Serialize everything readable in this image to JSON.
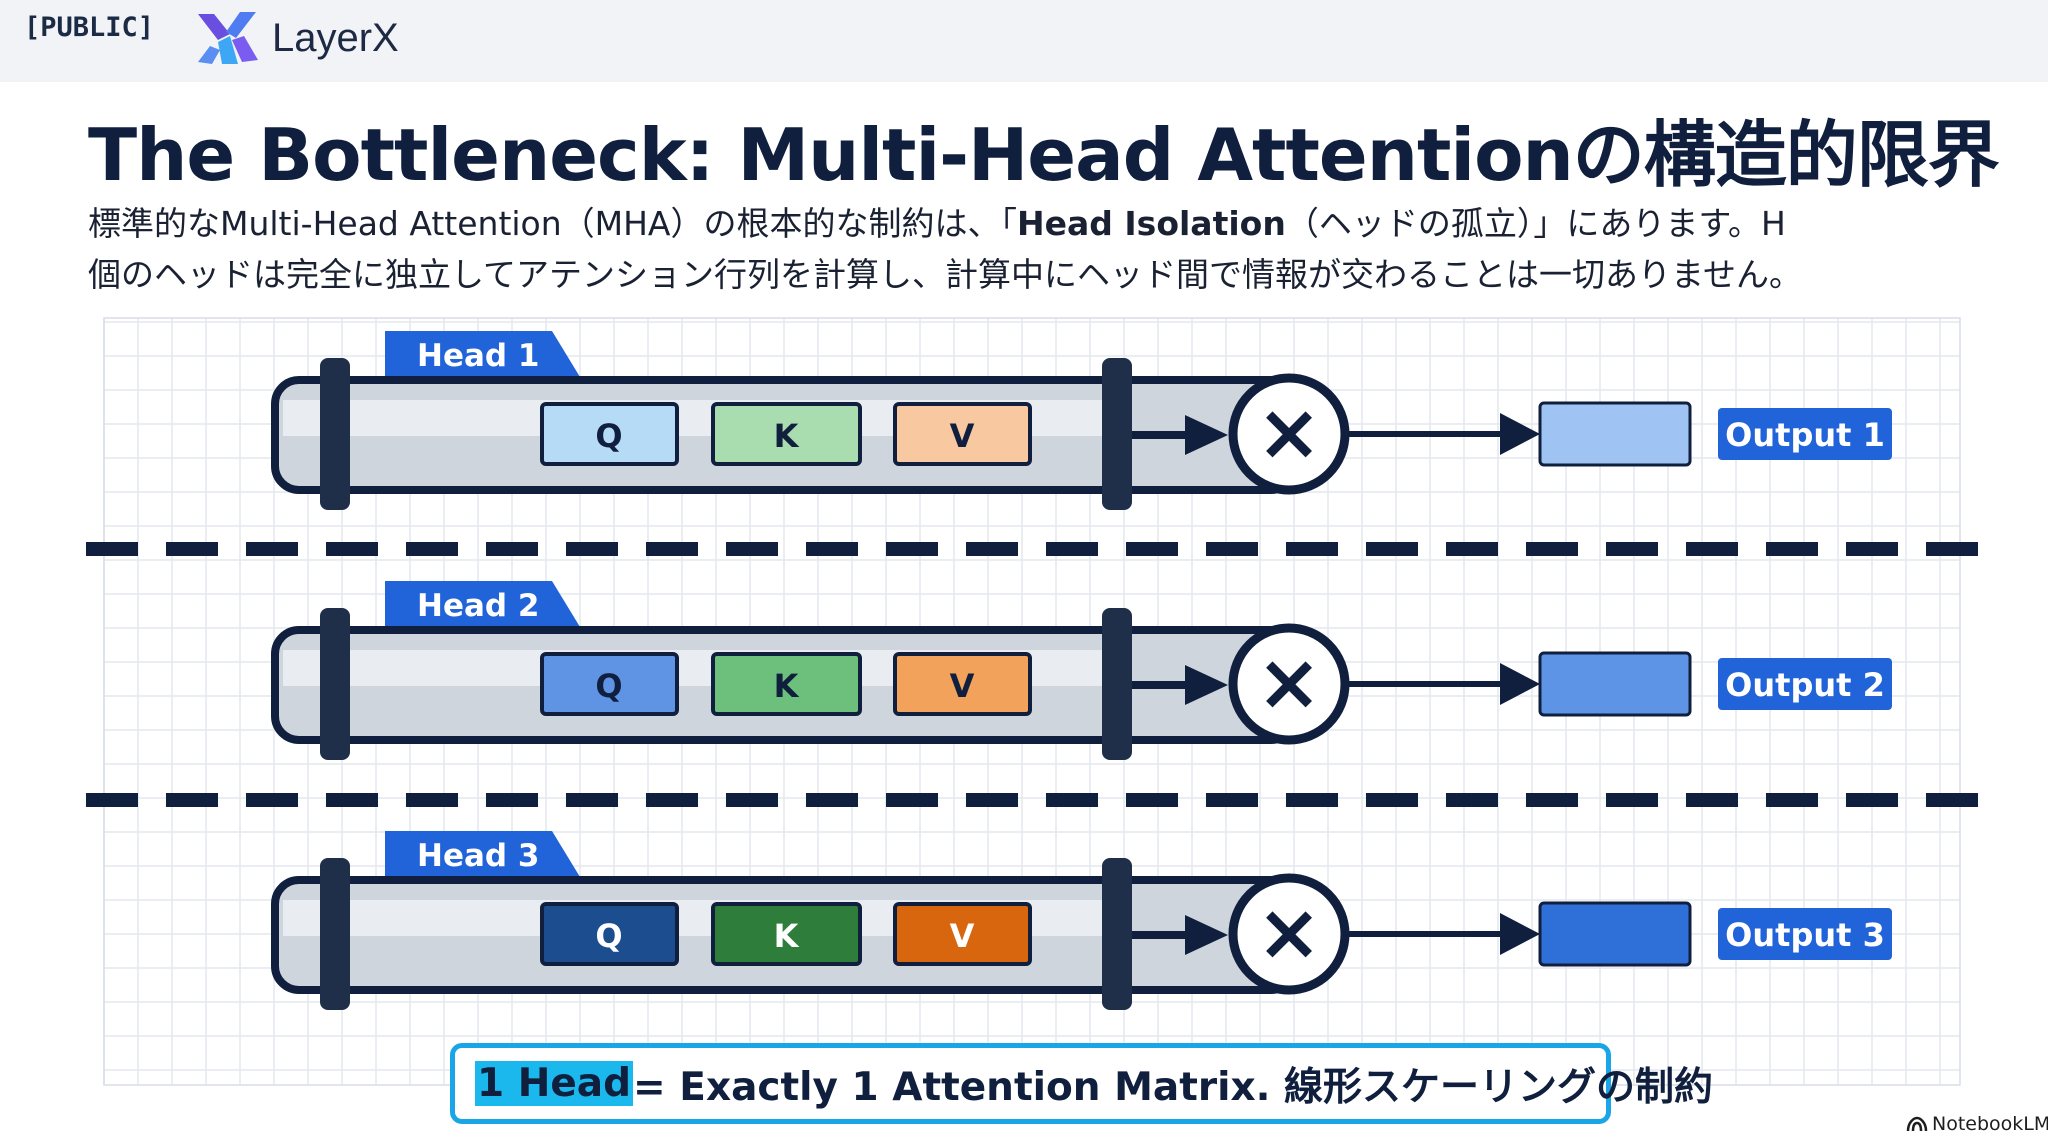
{
  "header": {
    "classification": "[PUBLIC]",
    "brand": "LayerX"
  },
  "slide": {
    "title": "The Bottleneck: Multi-Head Attentionの構造的限界",
    "desc_line1_before": "標準的なMulti-Head Attention（MHA）の根本的な制約は、「",
    "desc_line1_bold": "Head Isolation",
    "desc_line1_after": "（ヘッドの孤立）」にあります。H",
    "desc_line2": "個のヘッドは完全に独立してアテンション行列を計算し、計算中にヘッド間で情報が交わることは一切ありません。"
  },
  "diagram": {
    "heads": [
      {
        "label": "Head 1",
        "q": "Q",
        "k": "K",
        "v": "V",
        "output": "Output 1",
        "colors": {
          "q": "#b6dbf7",
          "k": "#a9dcae",
          "v": "#f8c9a0",
          "out": "#9fc3f3",
          "q_text": "#0f1f3d"
        }
      },
      {
        "label": "Head 2",
        "q": "Q",
        "k": "K",
        "v": "V",
        "output": "Output 2",
        "colors": {
          "q": "#5f93e4",
          "k": "#6cc07b",
          "v": "#f2a25a",
          "out": "#5e94e6",
          "q_text": "#0f1f3d"
        }
      },
      {
        "label": "Head 3",
        "q": "Q",
        "k": "K",
        "v": "V",
        "output": "Output 3",
        "colors": {
          "q": "#1b4d8f",
          "k": "#2f7d3a",
          "v": "#d8660f",
          "out": "#2f6fd8",
          "q_text": "#ffffff"
        }
      }
    ],
    "multiply_symbol": "×",
    "accent_color": "#2163d8",
    "ink_color": "#0f1f3d"
  },
  "callout": {
    "highlight": "1 Head",
    "text": " = Exactly 1 Attention Matrix. 線形スケーリングの制約"
  },
  "footer": {
    "brand": "NotebookLM"
  }
}
